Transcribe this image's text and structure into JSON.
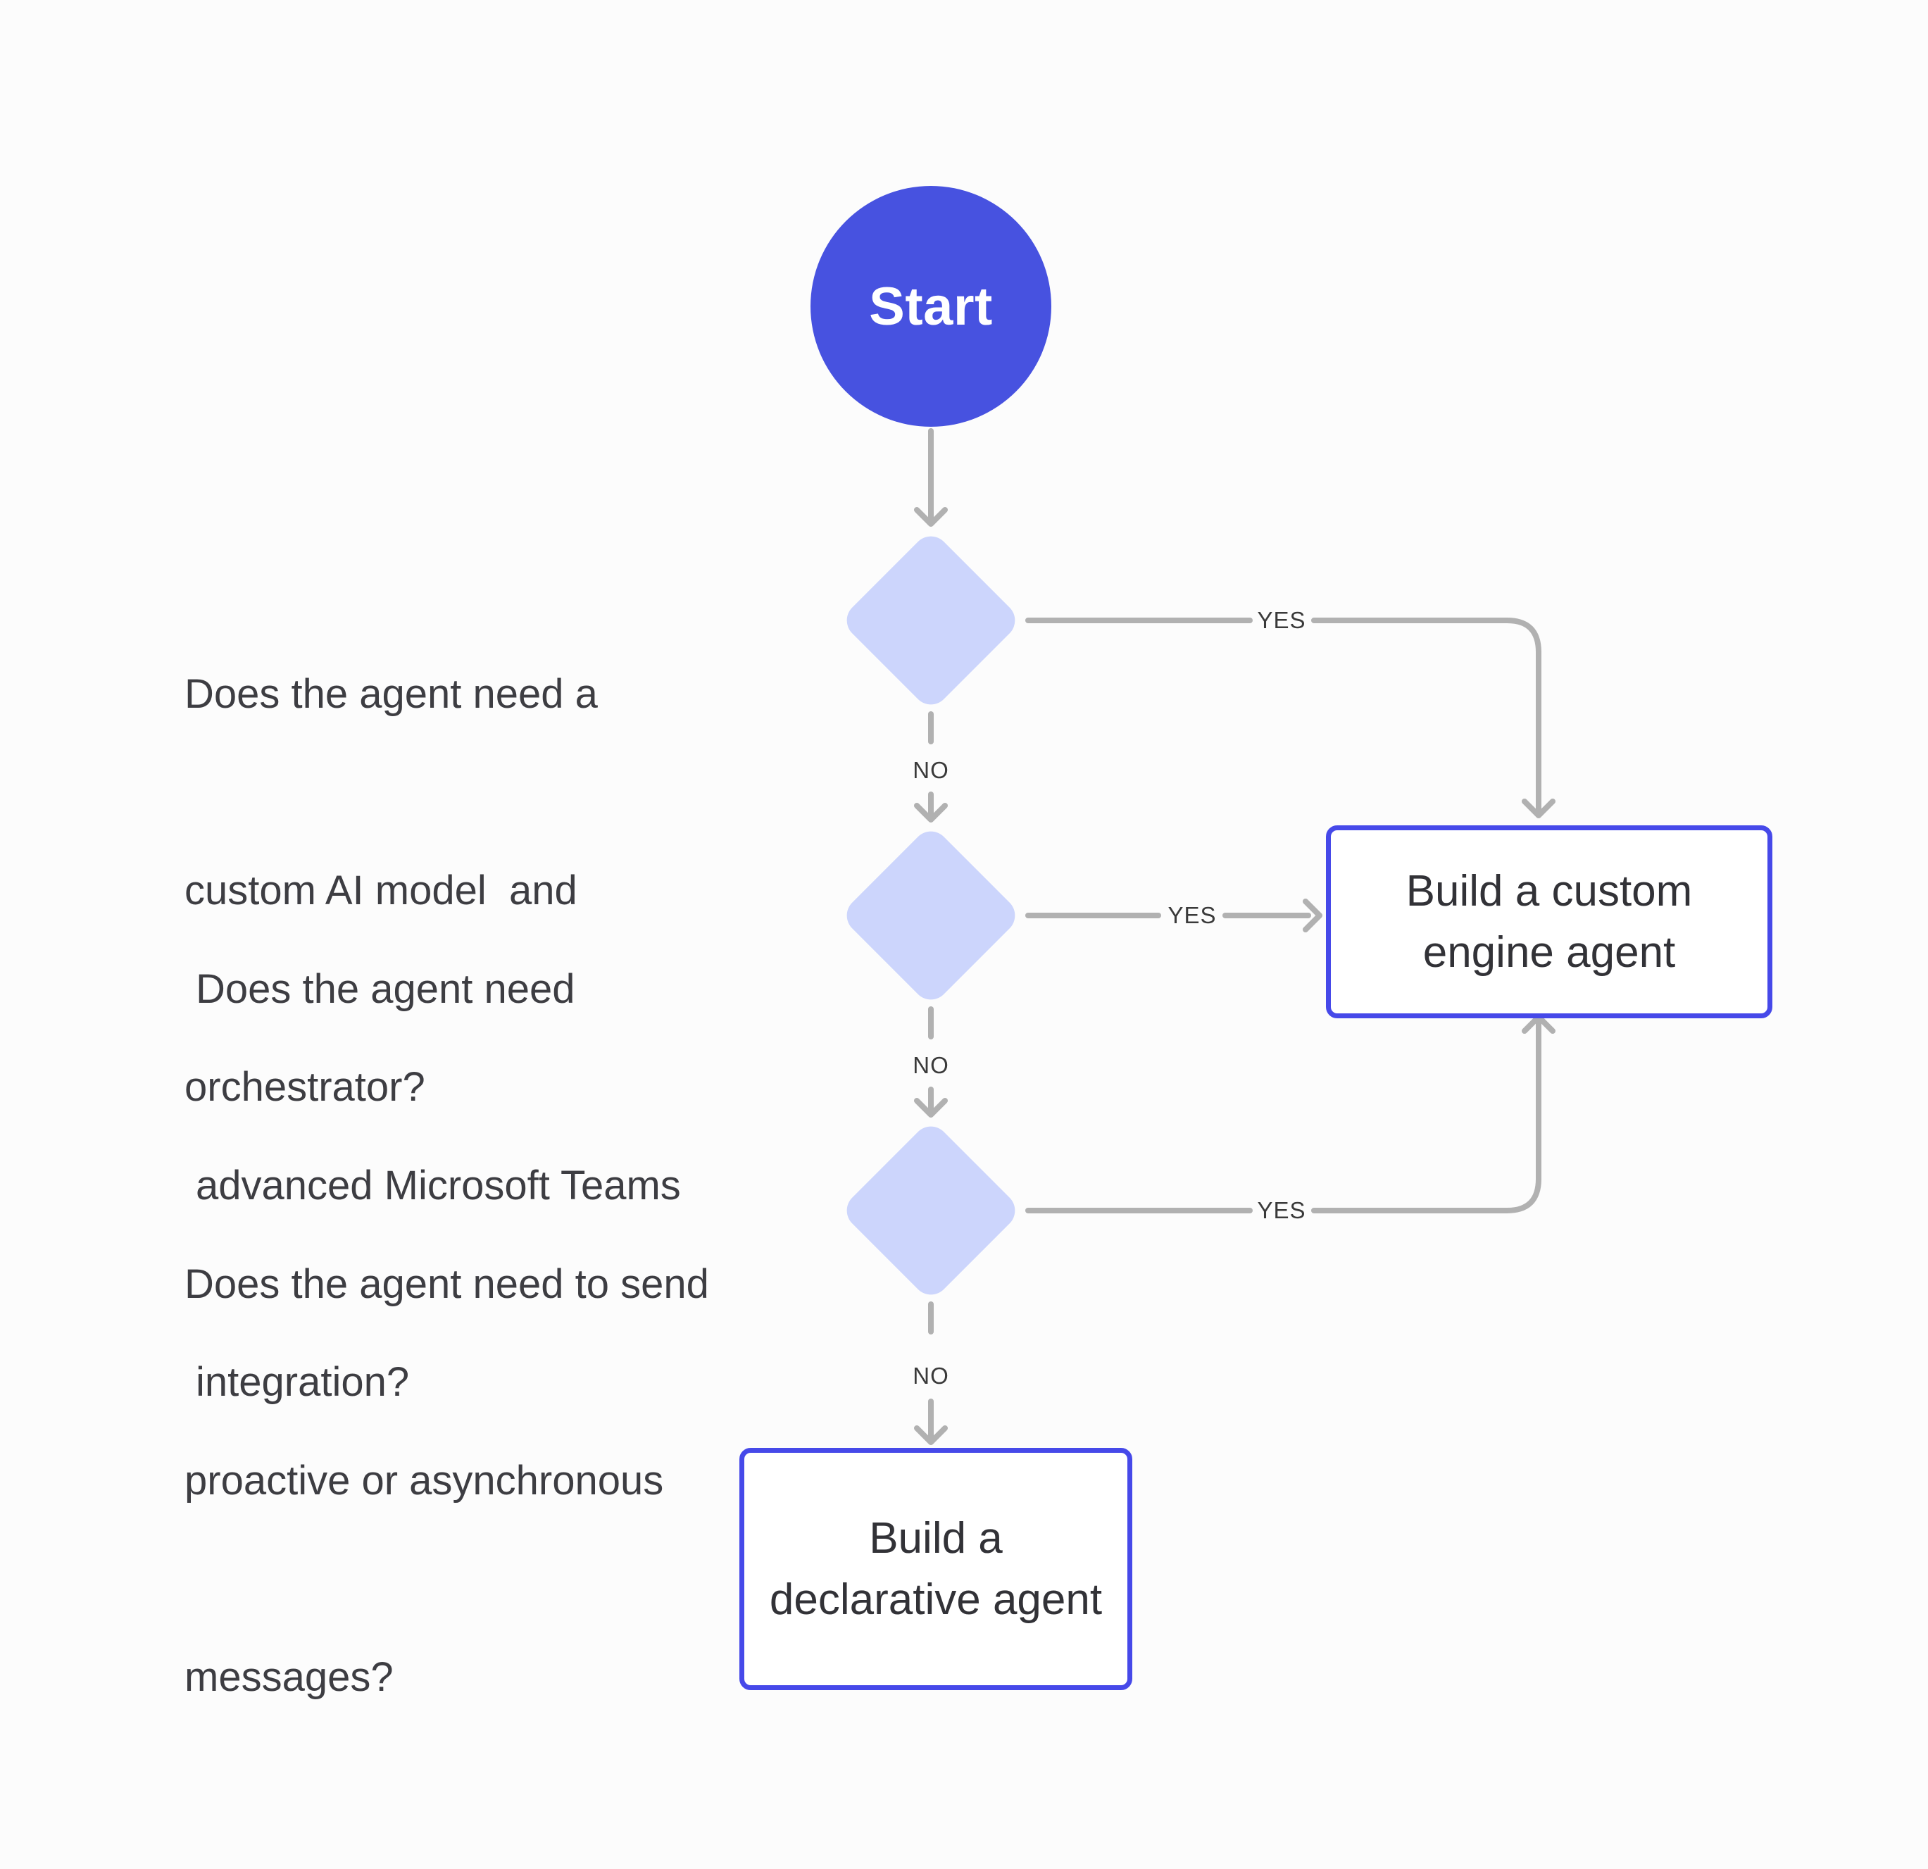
{
  "flowchart": {
    "start": {
      "label": "Start"
    },
    "decisions": [
      {
        "question_lines": [
          "Does the agent need a",
          "custom AI model  and",
          "orchestrator?"
        ],
        "yes_label": "YES",
        "no_label": "NO"
      },
      {
        "question_lines": [
          "Does the agent need",
          "advanced Microsoft Teams",
          "integration?"
        ],
        "yes_label": "YES",
        "no_label": "NO"
      },
      {
        "question_lines": [
          "Does the agent need to send",
          "proactive or asynchronous",
          "messages?"
        ],
        "yes_label": "YES",
        "no_label": "NO"
      }
    ],
    "outcomes": [
      {
        "lines": [
          "Build a custom",
          "engine agent"
        ]
      },
      {
        "lines": [
          "Build a",
          "declarative agent"
        ]
      }
    ],
    "colors": {
      "start_fill": "#4752E0",
      "diamond_fill": "#CCD5FC",
      "outcome_border": "#4649E9",
      "connector_gray": "#B1B1B1",
      "question_text": "#3D3D42"
    }
  }
}
